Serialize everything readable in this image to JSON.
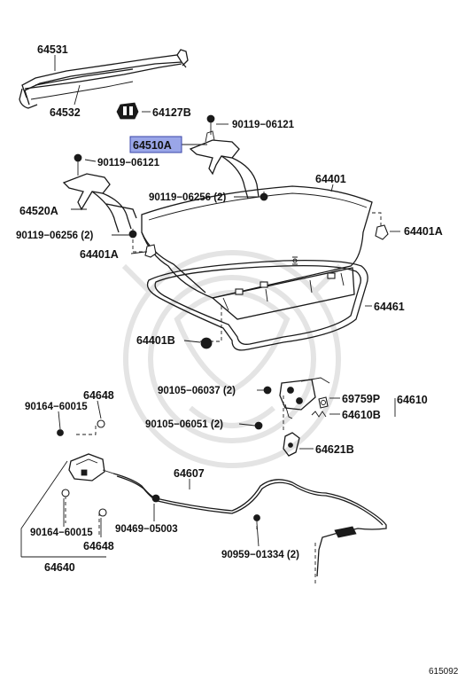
{
  "labels": {
    "p64531": "64531",
    "p64532": "64532",
    "p64127B": "64127B",
    "p90119_06121_top": "90119−06121",
    "p64510A": "64510A",
    "p90119_06121_left": "90119−06121",
    "p90119_06256_right": "90119−06256 (2)",
    "p64401": "64401",
    "p64520A": "64520A",
    "p90119_06256_left": "90119−06256 (2)",
    "p64401A_right": "64401A",
    "p64401A_left": "64401A",
    "p64461": "64461",
    "p64401B": "64401B",
    "p90105_06037": "90105−06037 (2)",
    "p69759P": "69759P",
    "p64610": "64610",
    "p64610B": "64610B",
    "p90164_60015_top": "90164−60015",
    "p64648_top": "64648",
    "p90105_06051": "90105−06051 (2)",
    "p64621B": "64621B",
    "p64607": "64607",
    "p90164_60015_bottom": "90164−60015",
    "p90469_05003": "90469−05003",
    "p64648_bottom": "64648",
    "p64640": "64640",
    "p90959_01334": "90959−01334 (2)",
    "figure_number": "615092"
  },
  "highlight": {
    "part": "64510A",
    "color": "#9aa6e8"
  },
  "colors": {
    "line": "#1a1a1a",
    "watermark": "#e4e4e4"
  }
}
